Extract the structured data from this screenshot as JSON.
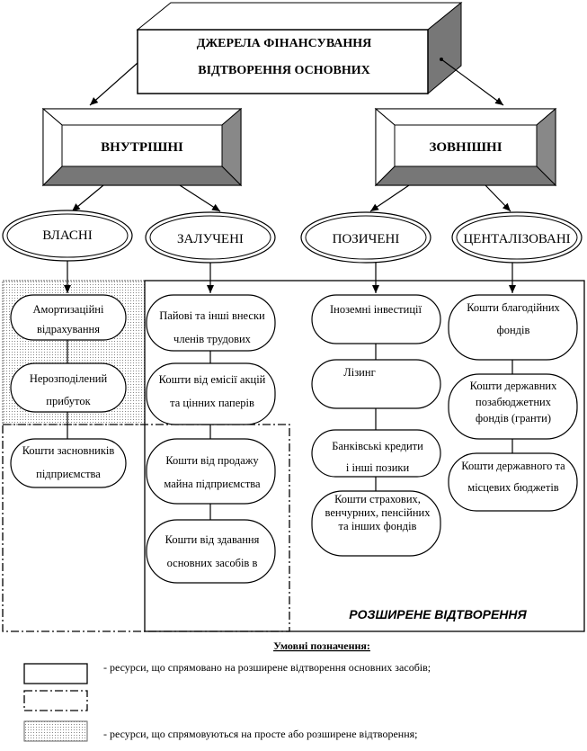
{
  "title": {
    "line1": "ДЖЕРЕЛА ФІНАНСУВАННЯ",
    "line2": "ВІДТВОРЕННЯ ОСНОВНИХ"
  },
  "categories": {
    "internal": "ВНУТРІШНІ",
    "external": "ЗОВНІШНІ"
  },
  "ovals": {
    "own": "ВЛАСНІ",
    "attracted": "ЗАЛУЧЕНІ",
    "borrowed": "ПОЗИЧЕНІ",
    "centralized": "ЦЕНТАЛІЗОВАНІ"
  },
  "nodes": {
    "amortization": [
      "Амортизаційні",
      "відрахування"
    ],
    "retained_profit": [
      "Нерозподілений",
      "прибуток"
    ],
    "founders_funds": [
      "Кошти засновників",
      "підприємства"
    ],
    "shares_contributions": [
      "Пайові та інші внески",
      "членів трудових"
    ],
    "securities_issue": [
      "Кошти від емісії акцій",
      "та цінних паперів"
    ],
    "property_sale": [
      "Кошти від продажу",
      "майна підприємства"
    ],
    "assets_lease": [
      "Кошти від здавання",
      "основних засобів в"
    ],
    "foreign_investment": [
      "Іноземні інвестиції"
    ],
    "leasing": [
      "Лізинг"
    ],
    "bank_loans": [
      "Банківські кредити",
      "і інші позики"
    ],
    "insurance_funds": [
      "Кошти страхових,",
      "венчурних, пенсійних",
      "та інших фондів"
    ],
    "charity_funds": [
      "Кошти благодійних",
      "фондів"
    ],
    "state_grants": [
      "Кошти державних",
      "позабюджетних",
      "фондів (гранти)"
    ],
    "budgets": [
      "Кошти державного та",
      "місцевих бюджетів"
    ]
  },
  "extended_label": "РОЗШИРЕНЕ ВІДТВОРЕННЯ",
  "legend": {
    "heading": "Умовні позначення:",
    "solid": "-  ресурси, що спрямовано на розширене відтворення основних засобів;",
    "dotted": "-  ресурси, що спрямовуються на просте або розширене відтворення;"
  }
}
